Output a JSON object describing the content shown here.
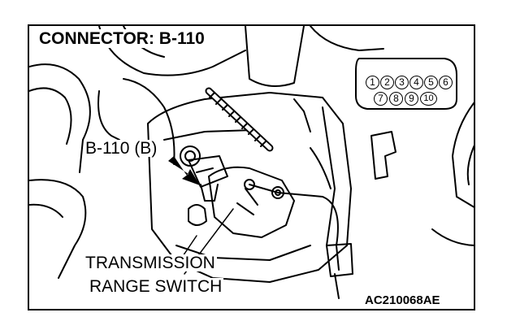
{
  "figure": {
    "title": "CONNECTOR: B-110",
    "connector_callout": "B-110 (B)",
    "part_label_line1": "TRANSMISSION",
    "part_label_line2": "RANGE SWITCH",
    "figure_code": "AC210068AE"
  },
  "connector_pins": {
    "top_row": [
      "1",
      "2",
      "3",
      "4",
      "5",
      "6"
    ],
    "bottom_row": [
      "7",
      "8",
      "9",
      "10"
    ]
  }
}
